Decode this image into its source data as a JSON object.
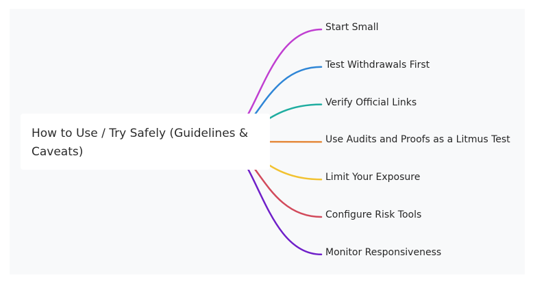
{
  "root": {
    "label": "How to Use / Try Safely (Guidelines & Caveats)"
  },
  "branches": [
    {
      "label": "Start Small",
      "color": "#c03fd1"
    },
    {
      "label": "Test Withdrawals First",
      "color": "#2f86d6"
    },
    {
      "label": "Verify Official Links",
      "color": "#1fada0"
    },
    {
      "label": "Use Audits and Proofs as a Litmus Test",
      "color": "#e58a3c"
    },
    {
      "label": "Limit Your Exposure",
      "color": "#f2c230"
    },
    {
      "label": "Configure Risk Tools",
      "color": "#d24a5b"
    },
    {
      "label": "Monitor Responsiveness",
      "color": "#6f1fc9"
    }
  ]
}
